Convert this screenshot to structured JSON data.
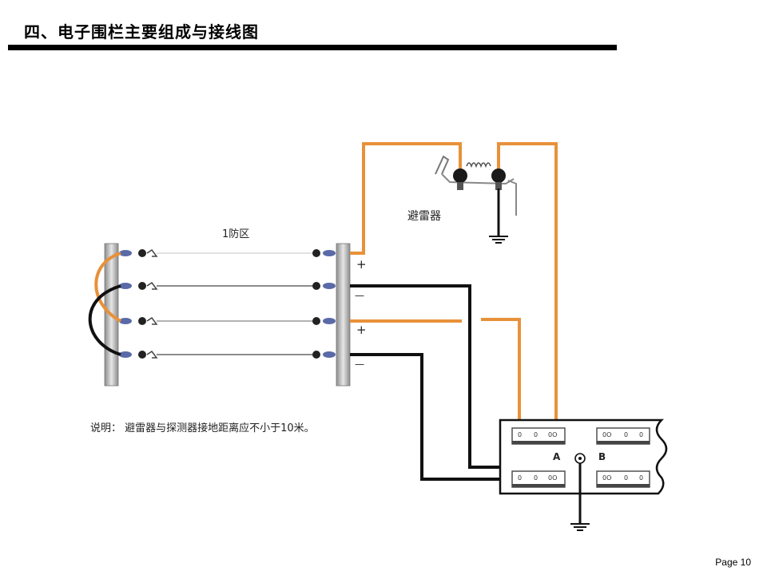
{
  "header": {
    "title": "四、电子围栏主要组成与接线图"
  },
  "footer": {
    "page": "Page 10"
  },
  "diagram": {
    "zone_label": "1防区",
    "arrester_label": "避雷器",
    "note": "说明：  避雷器与探测器接地距离应不小于10米。",
    "controller": {
      "label_a": "A",
      "label_b": "B"
    },
    "polarity": {
      "plus": "+",
      "minus": "—"
    },
    "colors": {
      "orange_wire": "#e8913a",
      "black_wire": "#111111",
      "fence_wire": "#bdbdbd",
      "post": "#a9a9a9"
    }
  }
}
